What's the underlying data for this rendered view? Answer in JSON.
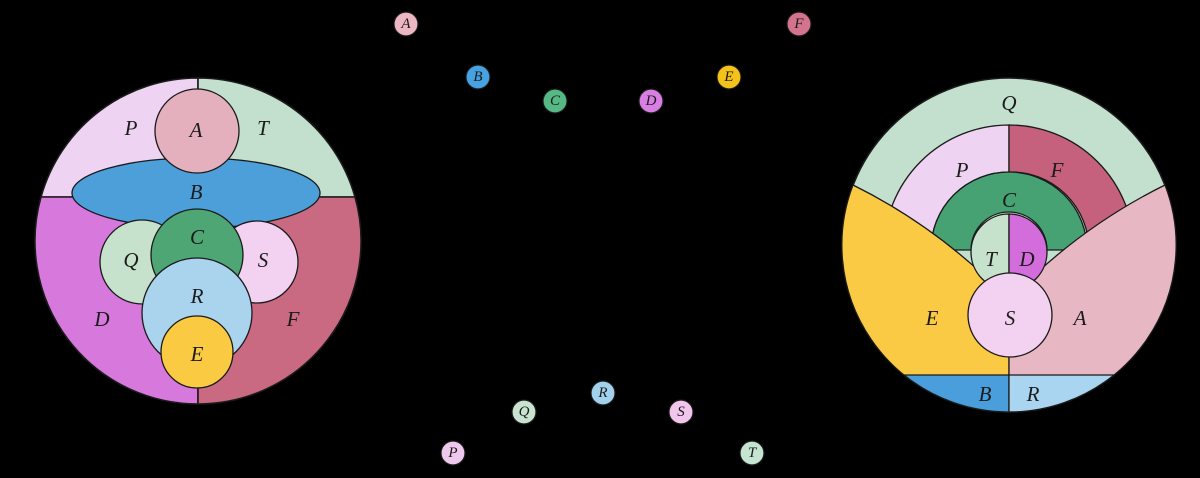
{
  "canvas": {
    "background_color": "#000000",
    "outline_color": "#1a1a1a"
  },
  "left_diagram": {
    "description": "nested-circles set diagram",
    "regions": {
      "P": {
        "label": "P",
        "color": "#eed3f2"
      },
      "T": {
        "label": "T",
        "color": "#c2e0cd"
      },
      "D": {
        "label": "D",
        "color": "#d778dd"
      },
      "F": {
        "label": "F",
        "color": "#c96a82"
      },
      "A": {
        "label": "A",
        "color": "#e4b0bd"
      },
      "B": {
        "label": "B",
        "color": "#4c9fd9"
      },
      "C": {
        "label": "C",
        "color": "#4da674"
      },
      "Q": {
        "label": "Q",
        "color": "#c6e2cc"
      },
      "S": {
        "label": "S",
        "color": "#f2d2f0"
      },
      "R": {
        "label": "R",
        "color": "#aad3ee"
      },
      "E": {
        "label": "E",
        "color": "#fbca43"
      }
    }
  },
  "right_diagram": {
    "description": "nested-arcs set diagram",
    "regions": {
      "Q": {
        "label": "Q",
        "color": "#c2e0cd"
      },
      "P": {
        "label": "P",
        "color": "#eed3f2"
      },
      "F": {
        "label": "F",
        "color": "#c5617c"
      },
      "C": {
        "label": "C",
        "color": "#46a173"
      },
      "T": {
        "label": "T",
        "color": "#c6e2cc"
      },
      "D": {
        "label": "D",
        "color": "#d36ddb"
      },
      "S": {
        "label": "S",
        "color": "#f2d2f0"
      },
      "E": {
        "label": "E",
        "color": "#fbca45"
      },
      "A": {
        "label": "A",
        "color": "#e8b7c4"
      },
      "B": {
        "label": "B",
        "color": "#4a9edb"
      },
      "R": {
        "label": "R",
        "color": "#aad5f0"
      }
    }
  },
  "nodes": {
    "A": {
      "label": "A",
      "color": "#edb6c3"
    },
    "B": {
      "label": "B",
      "color": "#46a2e0"
    },
    "C": {
      "label": "C",
      "color": "#56b885"
    },
    "D": {
      "label": "D",
      "color": "#d97ee2"
    },
    "E": {
      "label": "E",
      "color": "#f5c11b"
    },
    "F": {
      "label": "F",
      "color": "#d4738c"
    },
    "P": {
      "label": "P",
      "color": "#efc8ee"
    },
    "Q": {
      "label": "Q",
      "color": "#c8e4d0"
    },
    "R": {
      "label": "R",
      "color": "#a2d1ee"
    },
    "S": {
      "label": "S",
      "color": "#f2c6ec"
    },
    "T": {
      "label": "T",
      "color": "#c5e4d1"
    }
  }
}
